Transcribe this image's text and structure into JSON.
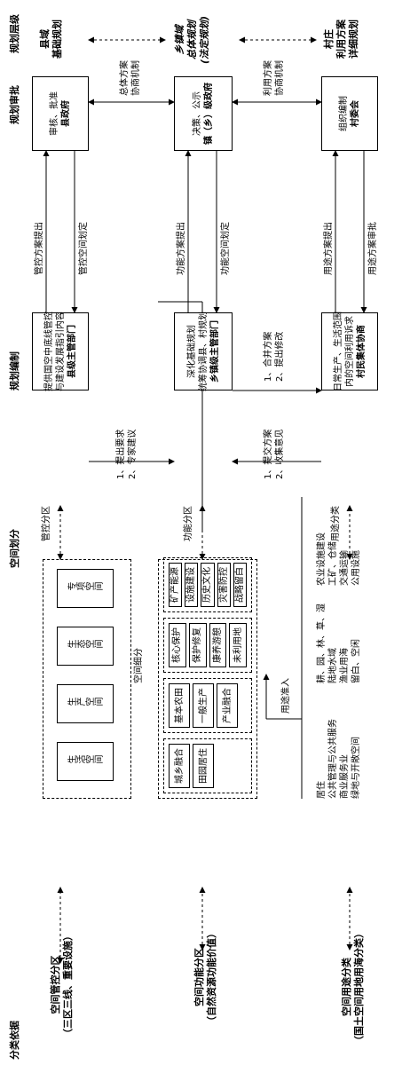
{
  "columns": {
    "basis": "分类依据",
    "division": "空间划分",
    "compile": "规划编制",
    "approve": "规划审批",
    "level": "规划层级"
  },
  "basis": {
    "control_l1": "空间管控分区",
    "control_l2": "（三区三线、重要设施）",
    "function_l1": "空间功能分区",
    "function_l2": "（自然资源功能价值）",
    "use_l1": "空间用途分类",
    "use_l2": "（国土空间用地用海分类）"
  },
  "division": {
    "top_boxes": [
      "生活空间",
      "生产空间",
      "生态空间",
      "专项空间"
    ],
    "refine_label": "空间细分",
    "func_groups": [
      [
        "城乡融合",
        "田园居住"
      ],
      [
        "基本农田",
        "一般生产",
        "产业融合"
      ],
      [
        "核心保护",
        "保护修复",
        "康养游憩",
        "未利用地"
      ],
      [
        "矿产能源",
        "设施建设",
        "历史文化",
        "灾害防控",
        "战略留白"
      ]
    ],
    "access_label": "用途准入",
    "use_col1": [
      "居住",
      "公共管理与公共服务",
      "商业服务业",
      "绿地与开敞空间"
    ],
    "use_col2": [
      "耕、园、林、草、湿",
      "陆地水域",
      "渔业用海",
      "留白、空闲"
    ],
    "use_col3": [
      "农业设施建设",
      "工矿、仓储",
      "交通运输",
      "公用设施"
    ]
  },
  "compile": {
    "county_box": [
      "提供国空中底线管控",
      "与建设发展指引内容",
      "县级主管部门"
    ],
    "town_box": [
      "深化基础规划",
      "统筹协调县、村规划",
      "乡镇级主管部门"
    ],
    "village_box": [
      "日常生产、生活范围",
      "内的空间利用诉求",
      "村民集体协商"
    ],
    "label_control": "管控分区",
    "label_function": "功能分区",
    "label_use": "用途分类",
    "county_to_town": [
      "1、提出要求",
      "2、专家建议"
    ],
    "village_to_town_a": [
      "1、提交方案",
      "2、收集意见"
    ],
    "town_to_village": [
      "1、合并方案",
      "2、提出修改"
    ]
  },
  "approve": {
    "county_box": [
      "审核、批准",
      "县政府"
    ],
    "town_box": [
      "决策、公示",
      "镇（乡）级政府"
    ],
    "village_box": [
      "组织编制",
      "村委会"
    ],
    "county_town_mech": [
      "总体方案",
      "协商机制"
    ],
    "town_village_mech": [
      "利用方案",
      "协商机制"
    ],
    "county_up": "管控方案提出",
    "county_down": "管控空间划定",
    "town_up": "功能方案提出",
    "town_down": "功能空间划定",
    "village_up": "用途方案提出",
    "village_down": "用途方案审批"
  },
  "level": {
    "county": [
      "县域",
      "基础规划"
    ],
    "town": [
      "乡镇域",
      "总体规划",
      "(法定规划)"
    ],
    "village": [
      "村庄",
      "利用方案",
      "详细规划"
    ]
  }
}
